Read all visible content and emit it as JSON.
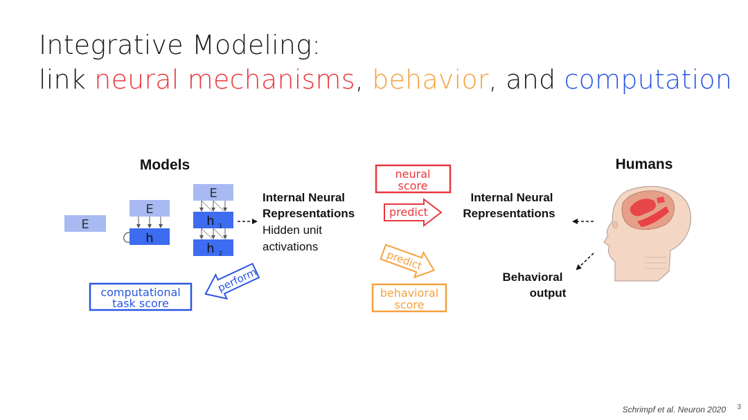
{
  "title": {
    "line1": "Integrative Modeling:",
    "line2_prefix": "link ",
    "line2_neural": "neural mechanisms",
    "line2_sep1": ", ",
    "line2_behavior": "behavior",
    "line2_sep2": ", and ",
    "line2_computation": "computation"
  },
  "diagram": {
    "models_heading": "Models",
    "humans_heading": "Humans",
    "model1_E": "E",
    "model2_E": "E",
    "model2_h": "h",
    "model3_E": "E",
    "model3_h1": "h",
    "model3_h1_sub": "1",
    "model3_h2": "h",
    "model3_h2_sub": "2",
    "left_rep_line1": "Internal Neural",
    "left_rep_line2": "Representations",
    "left_rep_line3": "Hidden unit",
    "left_rep_line4": "activations",
    "right_rep_line1": "Internal Neural",
    "right_rep_line2": "Representations",
    "neural_score_line1": "neural",
    "neural_score_line2": "score",
    "predict_neural": "predict",
    "predict_behavior": "predict",
    "behavioral_score_line1": "behavioral",
    "behavioral_score_line2": "score",
    "perform": "perform",
    "comp_score_line1": "computational",
    "comp_score_line2": "task score",
    "behavioral_output_line1": "Behavioral",
    "behavioral_output_line2": "output"
  },
  "colors": {
    "neural": "#e8373d",
    "behavior": "#f5a03c",
    "computation": "#2a56e0",
    "unit_light": "#a9b9f2",
    "unit_dark": "#3d6cf0"
  },
  "footer": {
    "citation": "Schrimpf et al. Neuron 2020",
    "page": "3"
  }
}
